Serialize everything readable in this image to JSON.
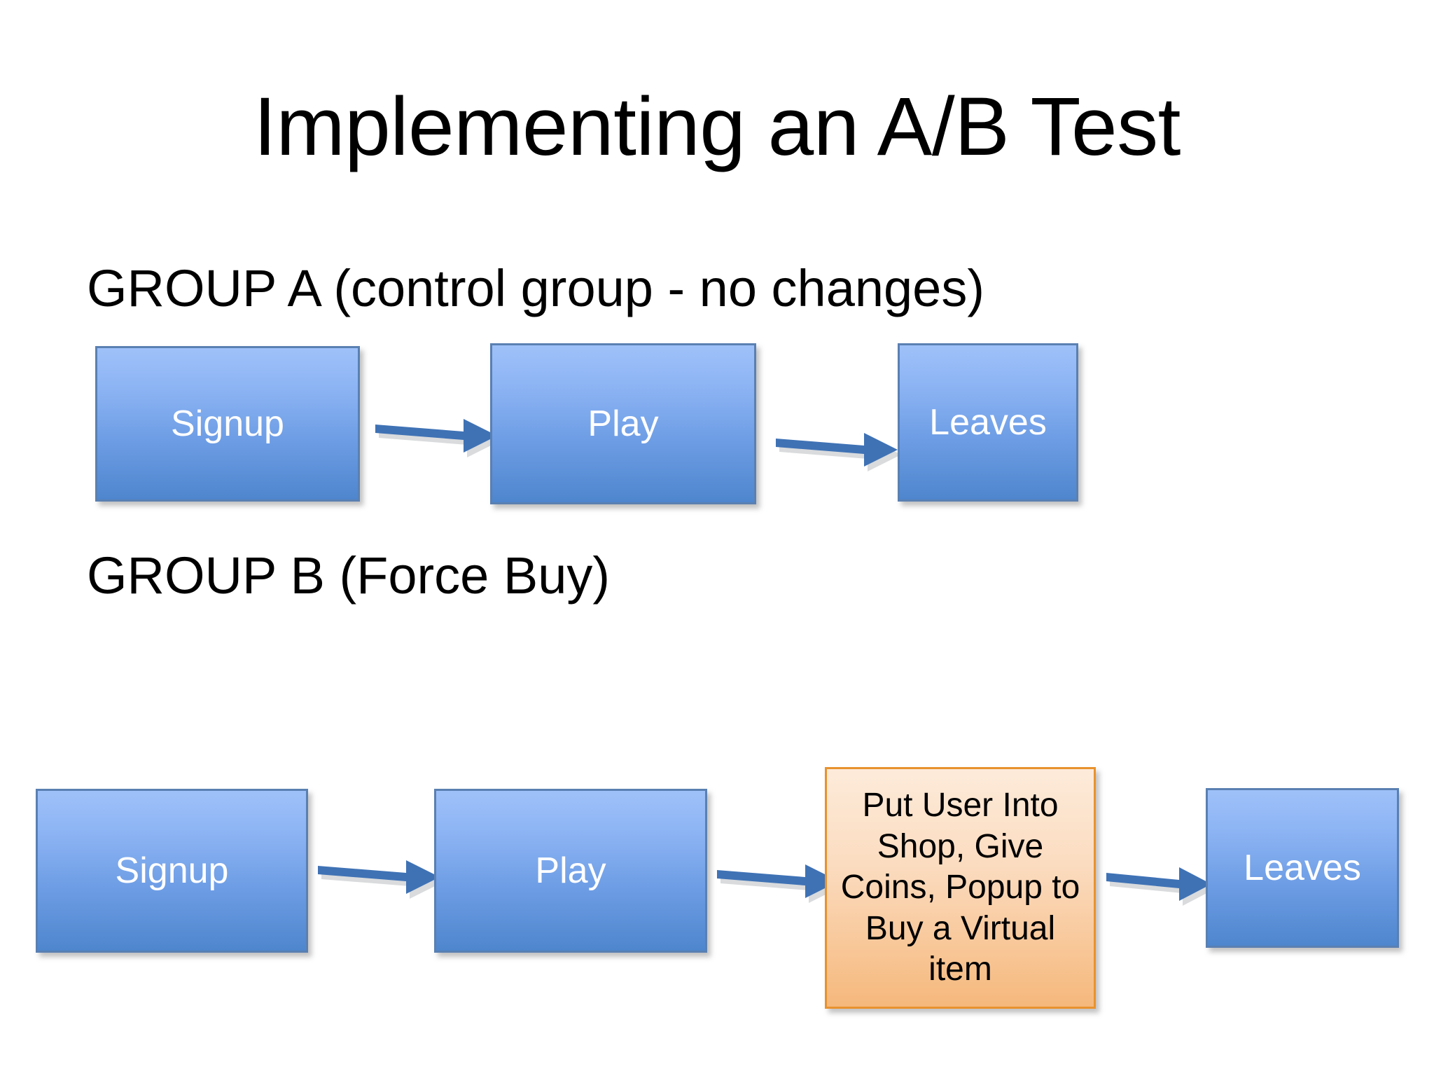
{
  "slide": {
    "title": "Implementing an A/B Test",
    "background_color": "#FFFFFF"
  },
  "colors": {
    "blue_box_top": "#9FC1F9",
    "blue_box_bottom": "#4E86CD",
    "blue_box_border": "#5A80B2",
    "blue_box_text": "#FFFFFF",
    "orange_box_top": "#FDEBDA",
    "orange_box_bottom": "#F5B87C",
    "orange_box_border": "#E8922E",
    "orange_box_text": "#000000",
    "arrow": "#3F72B5",
    "heading_text": "#000000"
  },
  "groups": [
    {
      "id": "group-a",
      "heading": "GROUP A (control group - no changes)",
      "nodes": [
        {
          "id": "a-signup",
          "label": "Signup",
          "style": "blue"
        },
        {
          "id": "a-play",
          "label": "Play",
          "style": "blue"
        },
        {
          "id": "a-leaves",
          "label": "Leaves",
          "style": "blue"
        }
      ],
      "arrows": [
        {
          "id": "a-arrow-1",
          "from": "a-signup",
          "to": "a-play",
          "direction": "right"
        },
        {
          "id": "a-arrow-2",
          "from": "a-play",
          "to": "a-leaves",
          "direction": "right"
        }
      ]
    },
    {
      "id": "group-b",
      "heading": "GROUP B (Force Buy)",
      "nodes": [
        {
          "id": "b-signup",
          "label": "Signup",
          "style": "blue"
        },
        {
          "id": "b-play",
          "label": "Play",
          "style": "blue"
        },
        {
          "id": "b-shop",
          "label": "Put User Into Shop, Give Coins, Popup to Buy a Virtual item",
          "style": "orange"
        },
        {
          "id": "b-leaves",
          "label": "Leaves",
          "style": "blue"
        }
      ],
      "arrows": [
        {
          "id": "b-arrow-1",
          "from": "b-signup",
          "to": "b-play",
          "direction": "right"
        },
        {
          "id": "b-arrow-2",
          "from": "b-play",
          "to": "b-shop",
          "direction": "right"
        },
        {
          "id": "b-arrow-3",
          "from": "b-shop",
          "to": "b-leaves",
          "direction": "right"
        }
      ]
    }
  ]
}
